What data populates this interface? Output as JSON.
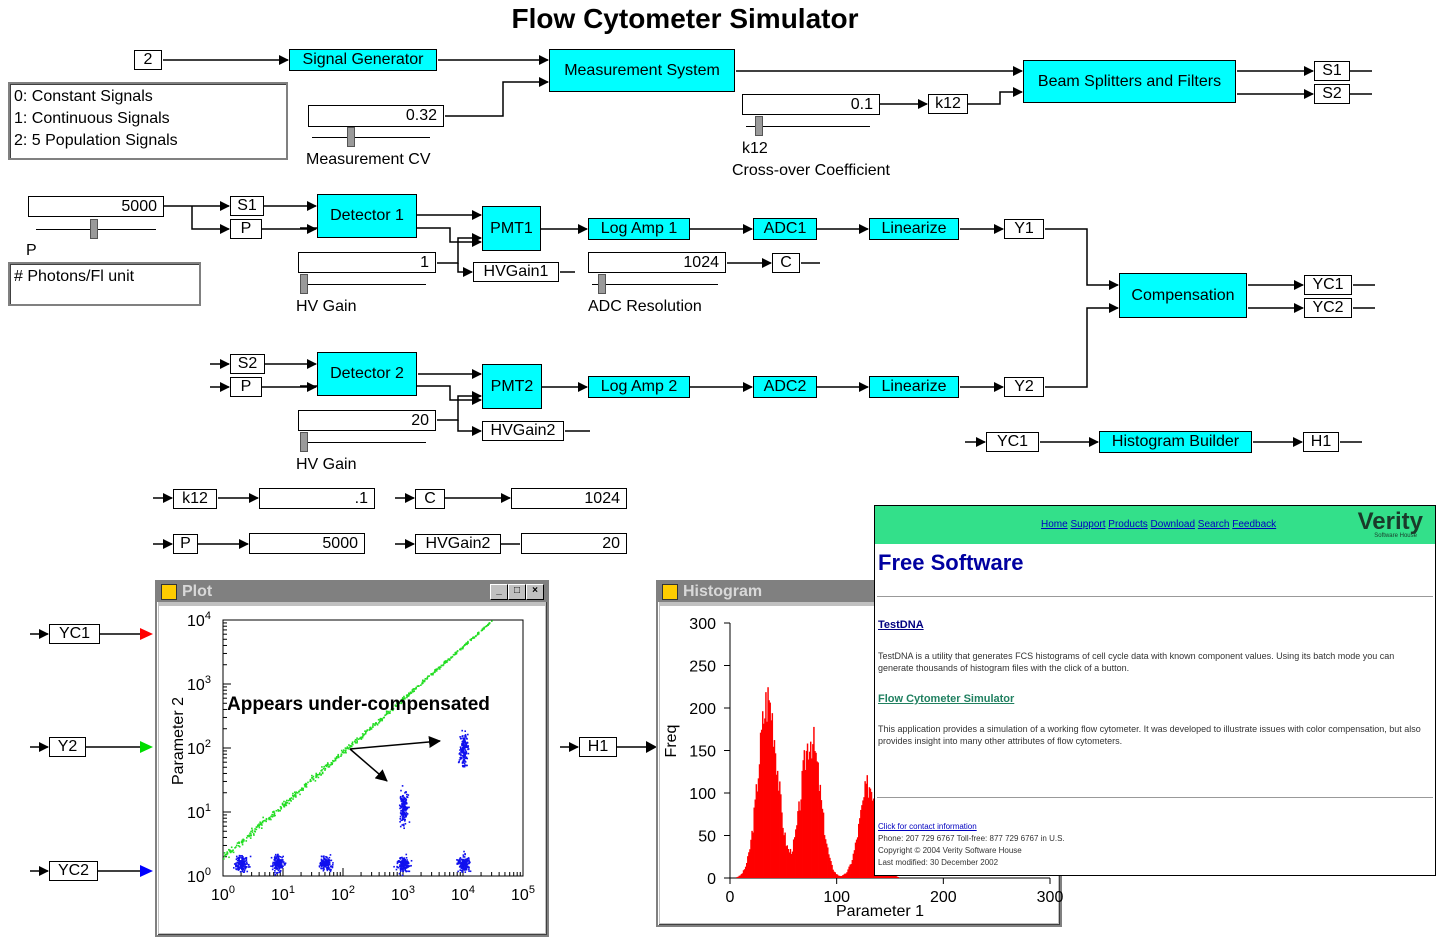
{
  "title": "Flow Cytometer Simulator",
  "top": {
    "mode_input": "2",
    "signal_generator": "Signal Generator",
    "mode_legend": [
      "0: Constant Signals",
      "1: Continuous Signals",
      "2: 5 Population Signals"
    ],
    "measurement_cv_value": "0.32",
    "measurement_cv_label": "Measurement CV",
    "measurement_system": "Measurement System",
    "k12_value": "0.1",
    "k12_port": "k12",
    "k12_caption": "k12",
    "crossover_label": "Cross-over Coefficient",
    "beam_splitters": "Beam Splitters and Filters",
    "out_s1": "S1",
    "out_s2": "S2"
  },
  "channel1": {
    "photons_value": "5000",
    "photons_var": "P",
    "photons_label": "# Photons/Fl unit",
    "in_s": "S1",
    "in_p": "P",
    "detector": "Detector 1",
    "pmt": "PMT1",
    "log_amp": "Log Amp 1",
    "adc": "ADC1",
    "linearize": "Linearize",
    "out": "Y1",
    "hv_value": "1",
    "hv_label": "HV Gain",
    "hv_port": "HVGain1",
    "adc_res_value": "1024",
    "adc_res_label": "ADC Resolution",
    "adc_port": "C"
  },
  "compensation": {
    "label": "Compensation",
    "out1": "YC1",
    "out2": "YC2"
  },
  "channel2": {
    "in_s": "S2",
    "in_p": "P",
    "detector": "Detector 2",
    "pmt": "PMT2",
    "log_amp": "Log Amp 2",
    "adc": "ADC2",
    "linearize": "Linearize",
    "out": "Y2",
    "hv_value": "20",
    "hv_label": "HV Gain",
    "hv_port": "HVGain2"
  },
  "histogram_builder": {
    "in": "YC1",
    "label": "Histogram Builder",
    "out": "H1"
  },
  "displays": {
    "k12_port": "k12",
    "k12_value": ".1",
    "c_port": "C",
    "c_value": "1024",
    "p_port": "P",
    "p_value": "5000",
    "hv2_port": "HVGain2",
    "hv2_value": "20"
  },
  "plot_inputs": {
    "yc1": "YC1",
    "y2": "Y2",
    "yc2": "YC2",
    "h1": "H1"
  },
  "plot_window": {
    "title": "Plot",
    "ylabel": "Parameter 2",
    "annotation": "Appears under-compensated",
    "colors": {
      "diagonal": "#22dd22",
      "populations": "#1010ee"
    }
  },
  "histogram_window": {
    "title": "Histogram",
    "ylabel": "Freq",
    "xlabel": "Parameter 1",
    "y_ticks": [
      "300",
      "250",
      "200",
      "150",
      "100",
      "50",
      "0"
    ],
    "x_ticks": [
      "0",
      "100",
      "200",
      "300"
    ],
    "bar_color": "#ff0000"
  },
  "chart_data": [
    {
      "type": "scatter",
      "title": "Plot",
      "ylabel": "Parameter 2",
      "xlabel": "",
      "xscale": "log",
      "yscale": "log",
      "xlim": [
        1,
        100000
      ],
      "ylim": [
        1,
        10000
      ],
      "x_tick_labels": [
        "10^0",
        "10^1",
        "10^2",
        "10^3",
        "10^4",
        "10^5"
      ],
      "y_tick_labels": [
        "10^0",
        "10^1",
        "10^2",
        "10^3",
        "10^4"
      ],
      "series": [
        {
          "color": "#22dd22",
          "shape": "diagonal",
          "x_range": [
            1,
            30000
          ],
          "y_range": [
            2,
            10000
          ]
        },
        {
          "color": "#1010ee",
          "shape": "clusters",
          "clusters": [
            {
              "x": 2,
              "y": 1.6
            },
            {
              "x": 8,
              "y": 1.6
            },
            {
              "x": 50,
              "y": 1.6
            },
            {
              "x": 1000,
              "y": 1.6
            },
            {
              "x": 10000,
              "y": 1.6
            },
            {
              "x": 1000,
              "y": 12
            },
            {
              "x": 10000,
              "y": 100
            }
          ]
        }
      ]
    },
    {
      "type": "bar",
      "title": "Histogram",
      "xlabel": "Parameter 1",
      "ylabel": "Freq",
      "xlim": [
        0,
        300
      ],
      "ylim": [
        0,
        300
      ],
      "peaks": [
        {
          "center": 35,
          "height": 210,
          "width": 9
        },
        {
          "center": 75,
          "height": 165,
          "width": 9
        },
        {
          "center": 130,
          "height": 110,
          "width": 9
        }
      ]
    }
  ],
  "website": {
    "nav_links": [
      "Home",
      "Support",
      "Products",
      "Download",
      "Search",
      "Feedback"
    ],
    "logo": "Verity",
    "logo_sub": "Software House",
    "heading": "Free Software",
    "product1_title": "TestDNA",
    "product1_desc": "TestDNA is a utility that generates FCS histograms of cell cycle data with known component values. Using its batch mode you can generate thousands of histogram files with the click of a button.",
    "product2_title": "Flow Cytometer Simulator",
    "product2_desc": "This application provides a simulation of a working flow cytometer. It was developed to illustrate issues with color compensation, but also provides insight into many other attributes of flow cytometers.",
    "contact_link": "Click for contact information",
    "phone": "Phone: 207 729 6767  Toll-free: 877 729 6767 in U.S.",
    "copyright": "Copyright © 2004 Verity Software House",
    "modified": "Last modified: 30 December 2002"
  }
}
